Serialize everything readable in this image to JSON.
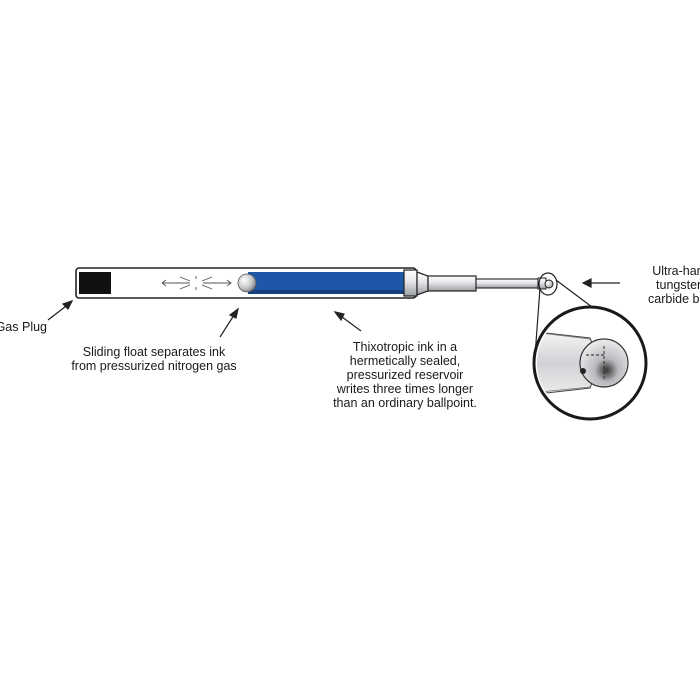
{
  "labels": {
    "gas_plug": "Gas Plug",
    "float": [
      "Sliding float separates ink",
      "from pressurized nitrogen gas"
    ],
    "ink": [
      "Thixotropic ink in a",
      "hermetically sealed,",
      "pressurized reservoir",
      "writes three times longer",
      "than an ordinary ballpoint."
    ],
    "ball": [
      "Ultra-hard",
      "tungsten",
      "carbide ball"
    ]
  },
  "colors": {
    "ink": "#1f57a8",
    "ink_dark": "#163f7e",
    "outline": "#222222",
    "plug": "#111111",
    "metal": "#d9dadc",
    "metal_dark": "#8d9096"
  }
}
